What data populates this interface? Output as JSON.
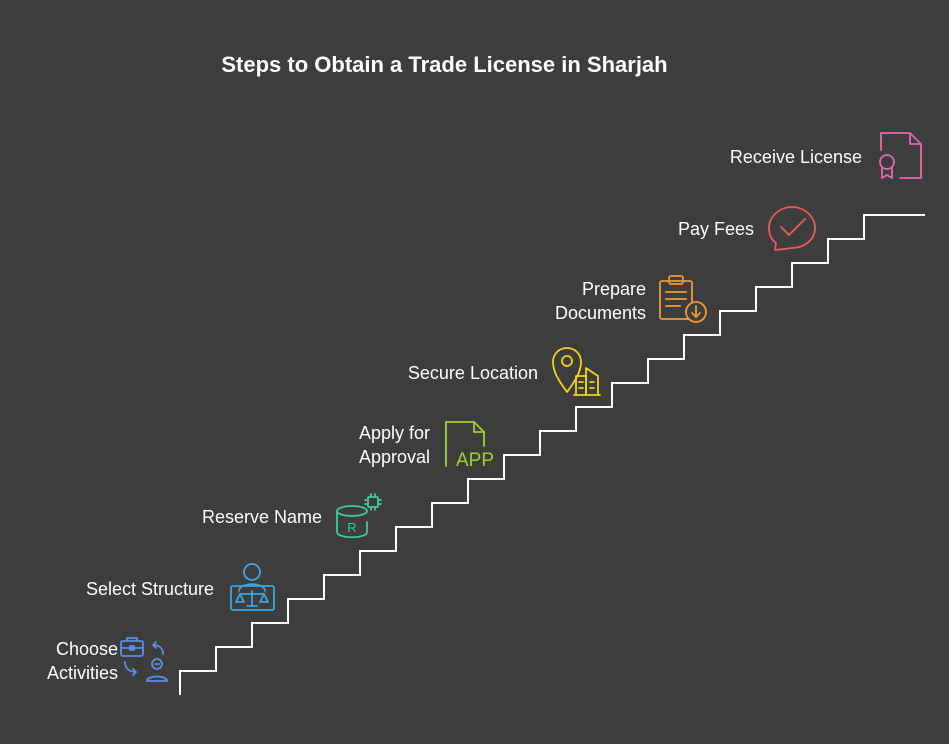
{
  "title": "Steps to Obtain a Trade License in Sharjah",
  "steps": [
    {
      "label_lines": [
        "Choose",
        "Activities"
      ],
      "icon": "activity-selection-icon",
      "color": "#5b8fe6"
    },
    {
      "label_lines": [
        "Select Structure"
      ],
      "icon": "legal-structure-icon",
      "color": "#3ba7e0"
    },
    {
      "label_lines": [
        "Reserve Name"
      ],
      "icon": "name-reservation-icon",
      "color": "#3fc9a0"
    },
    {
      "label_lines": [
        "Apply for",
        "Approval"
      ],
      "icon": "app-document-icon",
      "color": "#9bd32a"
    },
    {
      "label_lines": [
        "Secure Location"
      ],
      "icon": "location-building-icon",
      "color": "#f2d21b"
    },
    {
      "label_lines": [
        "Prepare",
        "Documents"
      ],
      "icon": "clipboard-download-icon",
      "color": "#f09a36"
    },
    {
      "label_lines": [
        "Pay Fees"
      ],
      "icon": "payment-check-icon",
      "color": "#ee5a5a"
    },
    {
      "label_lines": [
        "Receive License"
      ],
      "icon": "certificate-icon",
      "color": "#e468a8"
    }
  ],
  "icon_text": {
    "app": "APP",
    "reserve": "R"
  }
}
